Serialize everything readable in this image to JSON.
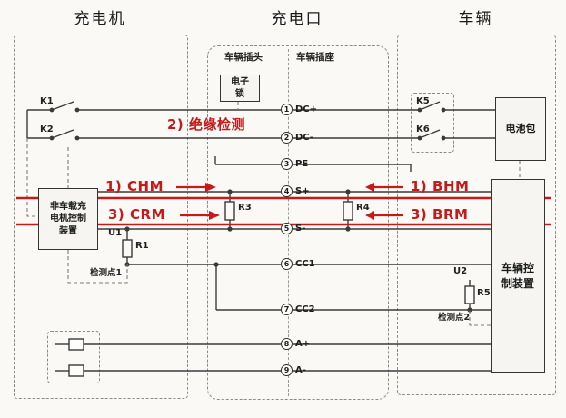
{
  "header": {
    "charger_title": "充电机",
    "port_title": "充电口",
    "vehicle_title": "车辆"
  },
  "port_interface": {
    "plug_label": "车辆插头",
    "socket_label": "车辆插座",
    "electronic_lock": "电子锁"
  },
  "pins": [
    {
      "num": "1",
      "label": "DC+"
    },
    {
      "num": "2",
      "label": "DC-"
    },
    {
      "num": "3",
      "label": "PE"
    },
    {
      "num": "4",
      "label": "S+"
    },
    {
      "num": "5",
      "label": "S-"
    },
    {
      "num": "6",
      "label": "CC1"
    },
    {
      "num": "7",
      "label": "CC2"
    },
    {
      "num": "8",
      "label": "A+"
    },
    {
      "num": "9",
      "label": "A-"
    }
  ],
  "charger_side": {
    "k1": "K1",
    "k2": "K2",
    "controller": "非车载充电机控制装置",
    "u1": "U1",
    "r1": "R1",
    "detect_point": "检测点1"
  },
  "vehicle_side": {
    "k5": "K5",
    "k6": "K6",
    "battery": "电池包",
    "controller": "车辆控制装置",
    "u2": "U2",
    "r5": "R5",
    "detect_point": "检测点2"
  },
  "middle_components": {
    "r3": "R3",
    "r4": "R4"
  },
  "annotations": {
    "insulation": "2) 绝缘检测",
    "chm": "1)  CHM",
    "bhm": "1)  BHM",
    "crm": "3)  CRM",
    "brm": "3)  BRM"
  },
  "colors": {
    "annotation_red": "#c41a1a",
    "wire": "#3a3a3a",
    "dashed_border": "#8a8a8a"
  }
}
